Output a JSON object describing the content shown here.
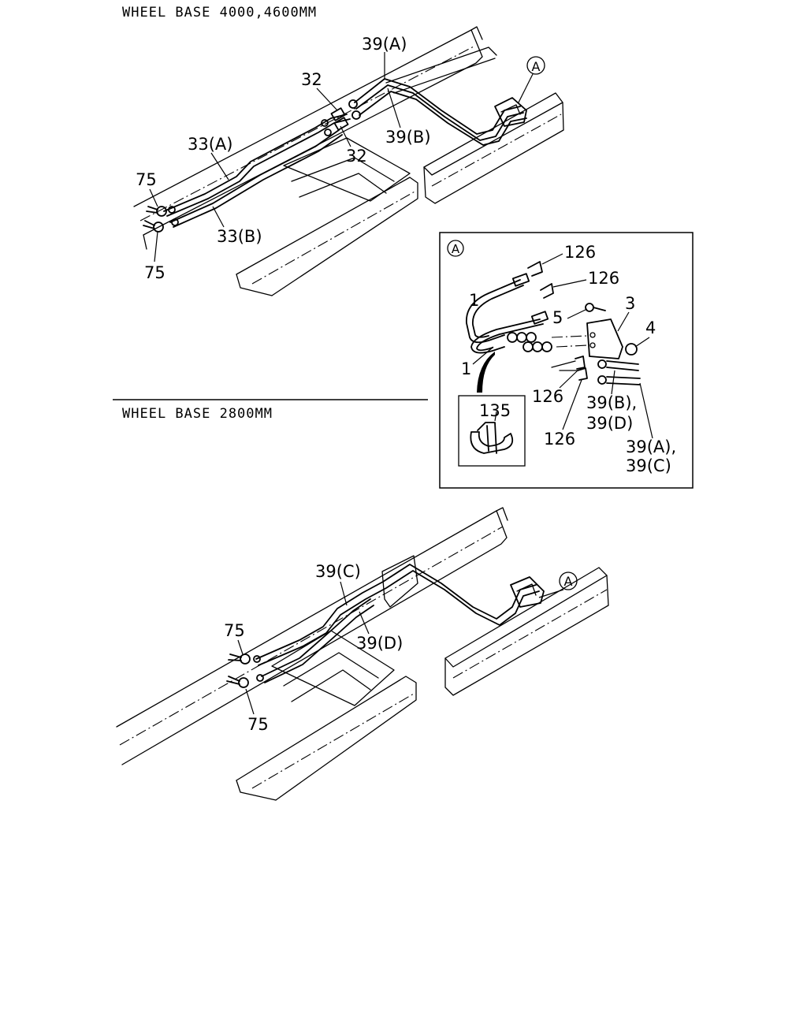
{
  "sections": {
    "upper_title": "WHEEL BASE 4000,4600MM",
    "lower_title": "WHEEL BASE 2800MM"
  },
  "upper_labels": {
    "l39a": "39(A)",
    "l32a": "32",
    "l39b": "39(B)",
    "l32b": "32",
    "l33a": "33(A)",
    "l75a": "75",
    "l33b": "33(B)",
    "l75b": "75",
    "callout": "A"
  },
  "detail": {
    "callout": "A",
    "l126a": "126",
    "l126b": "126",
    "l1a": "1",
    "l3": "3",
    "l5": "5",
    "l4": "4",
    "l1b": "1",
    "l126c": "126",
    "l126d": "126",
    "l39bd_1": "39(B),",
    "l39bd_2": "39(D)",
    "l39ac_1": "39(A),",
    "l39ac_2": "39(C)",
    "l135": "135"
  },
  "lower_labels": {
    "l39c": "39(C)",
    "l39d": "39(D)",
    "l75a": "75",
    "l75b": "75",
    "callout": "A"
  }
}
